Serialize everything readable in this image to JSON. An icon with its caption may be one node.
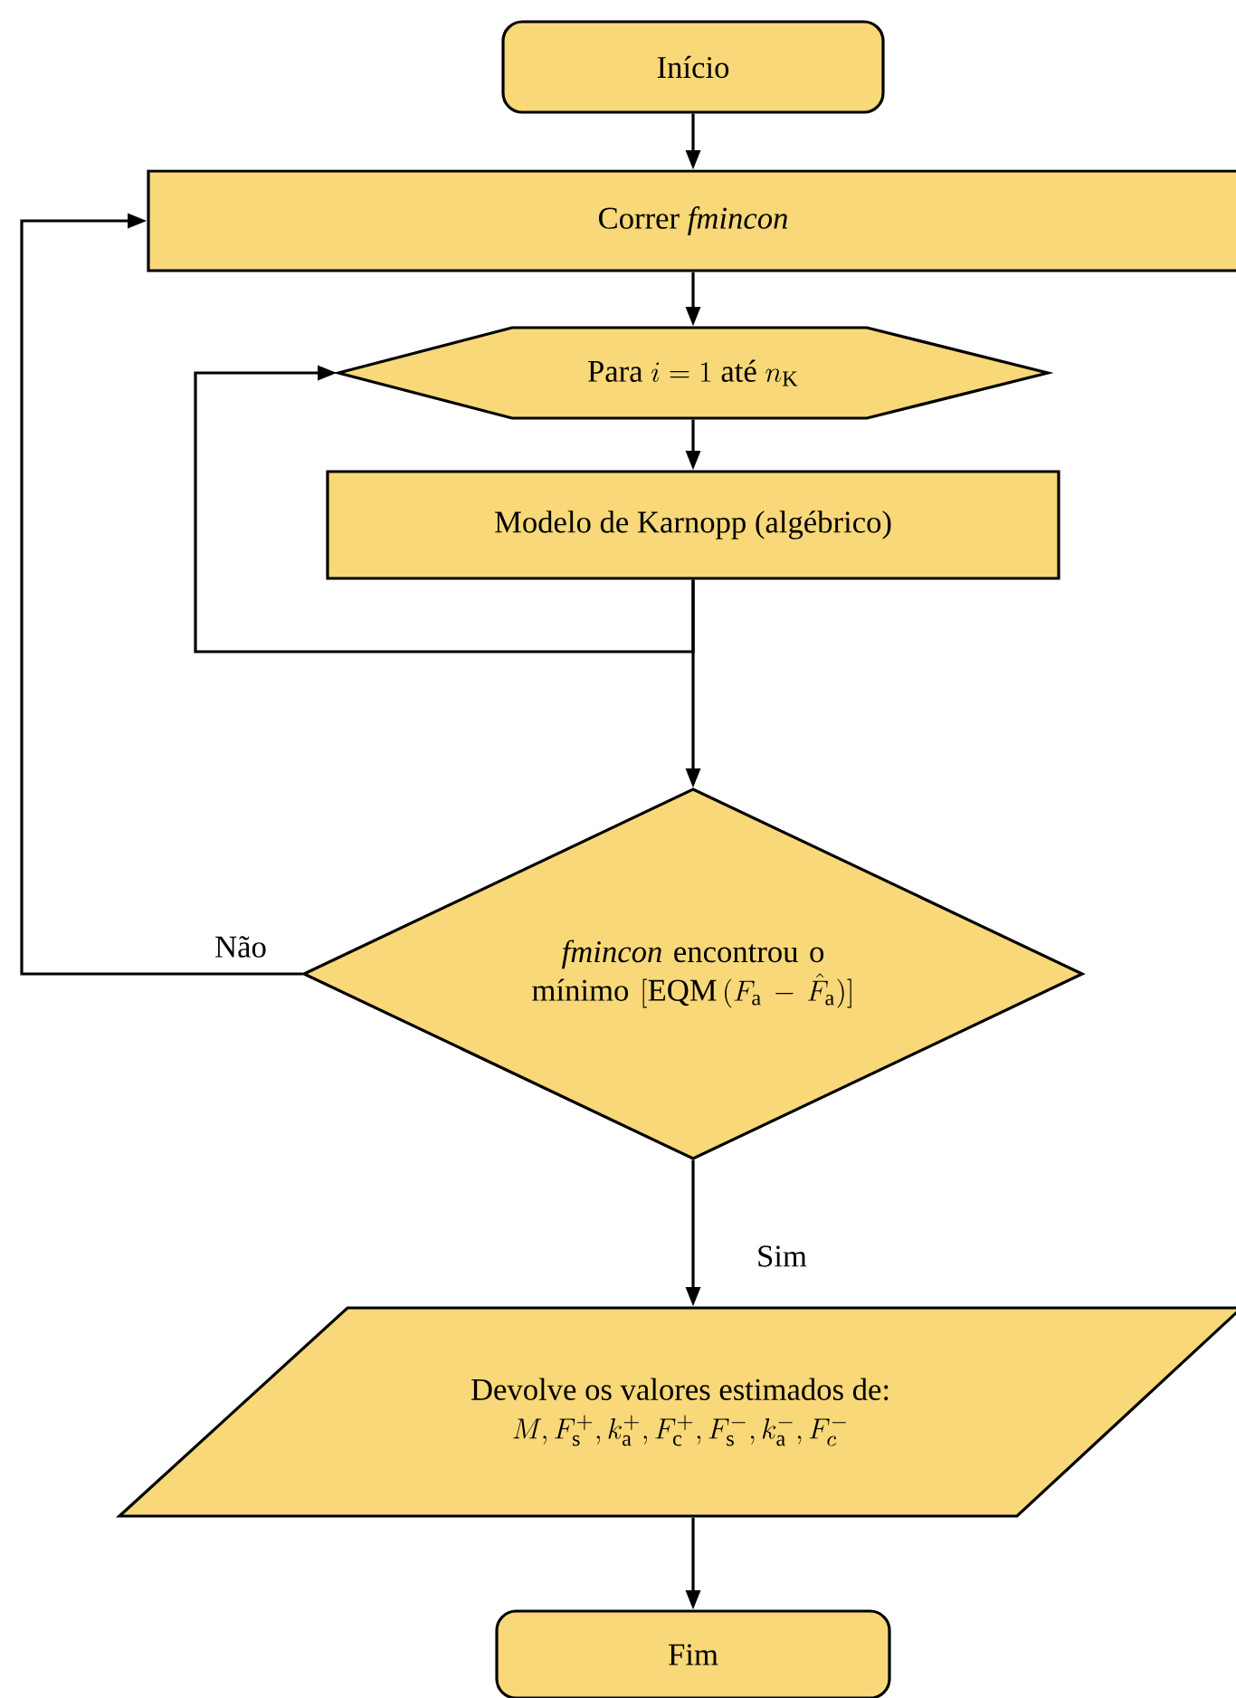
{
  "diagram": {
    "nodes": [
      {
        "text": [
          "Início"
        ]
      },
      {
        "text": [
          "Correr *fmincon*"
        ]
      },
      {
        "text": [
          "\\text{Para } i = 1 \\text{ até } n_{\\mathrm{K}}"
        ]
      },
      {
        "text": [
          "Modelo de Karnopp (algébrico)"
        ]
      },
      {
        "text": [
          "*fmincon* encontrou o mínimo",
          "[\\mathrm{EQM}\\,(F_{\\mathrm{a}} - \\hat{F}_{\\mathrm{a}})]"
        ]
      },
      {
        "text": [
          "Devolve os valores estimados de:",
          "M, F_{\\mathrm{s}}^{+}, k_{\\mathrm{a}}^{+}, F_{\\mathrm{c}}^{+}, F_{\\mathrm{s}}^{-}, k_{\\mathrm{a}}^{-}, F_{c}^{-}"
        ]
      },
      {
        "text": [
          "Fim"
        ]
      }
    ],
    "edges": [
      {
        "from": 0,
        "to": 1,
        "arrow": "to"
      },
      {
        "from": 1,
        "to": 2,
        "arrow": "to"
      },
      {
        "from": 2,
        "to": 3,
        "arrow": "to"
      },
      {
        "from": 3,
        "to": 2,
        "arrow": "to"
      },
      {
        "from": 3,
        "to": 4,
        "arrow": "to"
      },
      {
        "from": 4,
        "to": 1,
        "arrow": "to",
        "label": "Não"
      },
      {
        "from": 4,
        "to": 5,
        "arrow": "to",
        "label": "Sim"
      },
      {
        "from": 5,
        "to": 6,
        "arrow": "to"
      }
    ]
  }
}
